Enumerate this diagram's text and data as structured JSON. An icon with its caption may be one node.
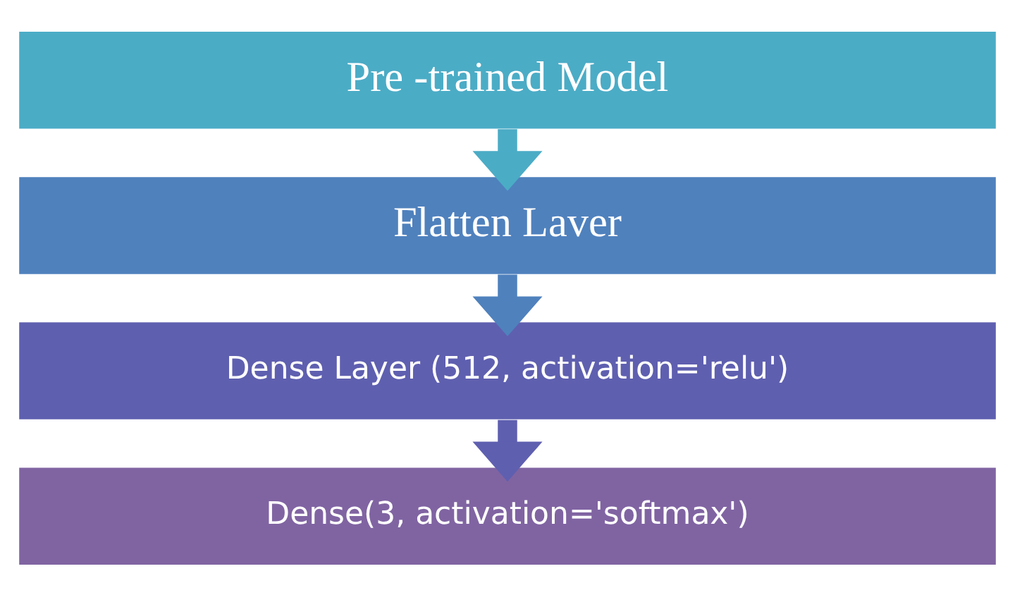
{
  "diagram": {
    "nodes": [
      {
        "text": [
          "Pre -trained Model"
        ]
      },
      {
        "text": [
          "Flatten Laver"
        ]
      },
      {
        "text": [
          "Dense Layer (512, activation='relu')"
        ]
      },
      {
        "text": [
          "Dense(3, activation='softmax')"
        ]
      }
    ],
    "edges": [
      {
        "from": 0,
        "to": 1,
        "arrow": "to"
      },
      {
        "from": 1,
        "to": 2,
        "arrow": "to"
      },
      {
        "from": 2,
        "to": 3,
        "arrow": "to"
      }
    ]
  }
}
